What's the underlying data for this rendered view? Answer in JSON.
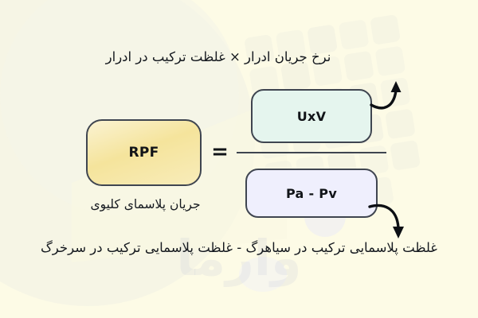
{
  "page": {
    "background_color": "#FDFBE6",
    "watermark_text": "وارما"
  },
  "formula": {
    "equals_sign": "=",
    "left_box": {
      "label": "RPF",
      "fill_color": "#F5E49C",
      "caption": "جریان پلاسمای کلیوی"
    },
    "numerator_box": {
      "label": "UxV",
      "fill_color": "#E5F5EE",
      "caption": "نرخ جریان ادرار × غلظت ترکیب در ادرار"
    },
    "denominator_box": {
      "label": "Pa - Pv",
      "fill_color": "#EFEFFD",
      "caption": "غلظت پلاسمایی ترکیب در سیاهرگ - غلظت پلاسمایی ترکیب در سرخرگ"
    },
    "border_color": "#3f4550",
    "text_color": "#111418"
  },
  "annotations": {
    "arrow_to_numerator": "curved-arrow-up-icon",
    "arrow_to_denominator": "curved-arrow-down-icon"
  }
}
